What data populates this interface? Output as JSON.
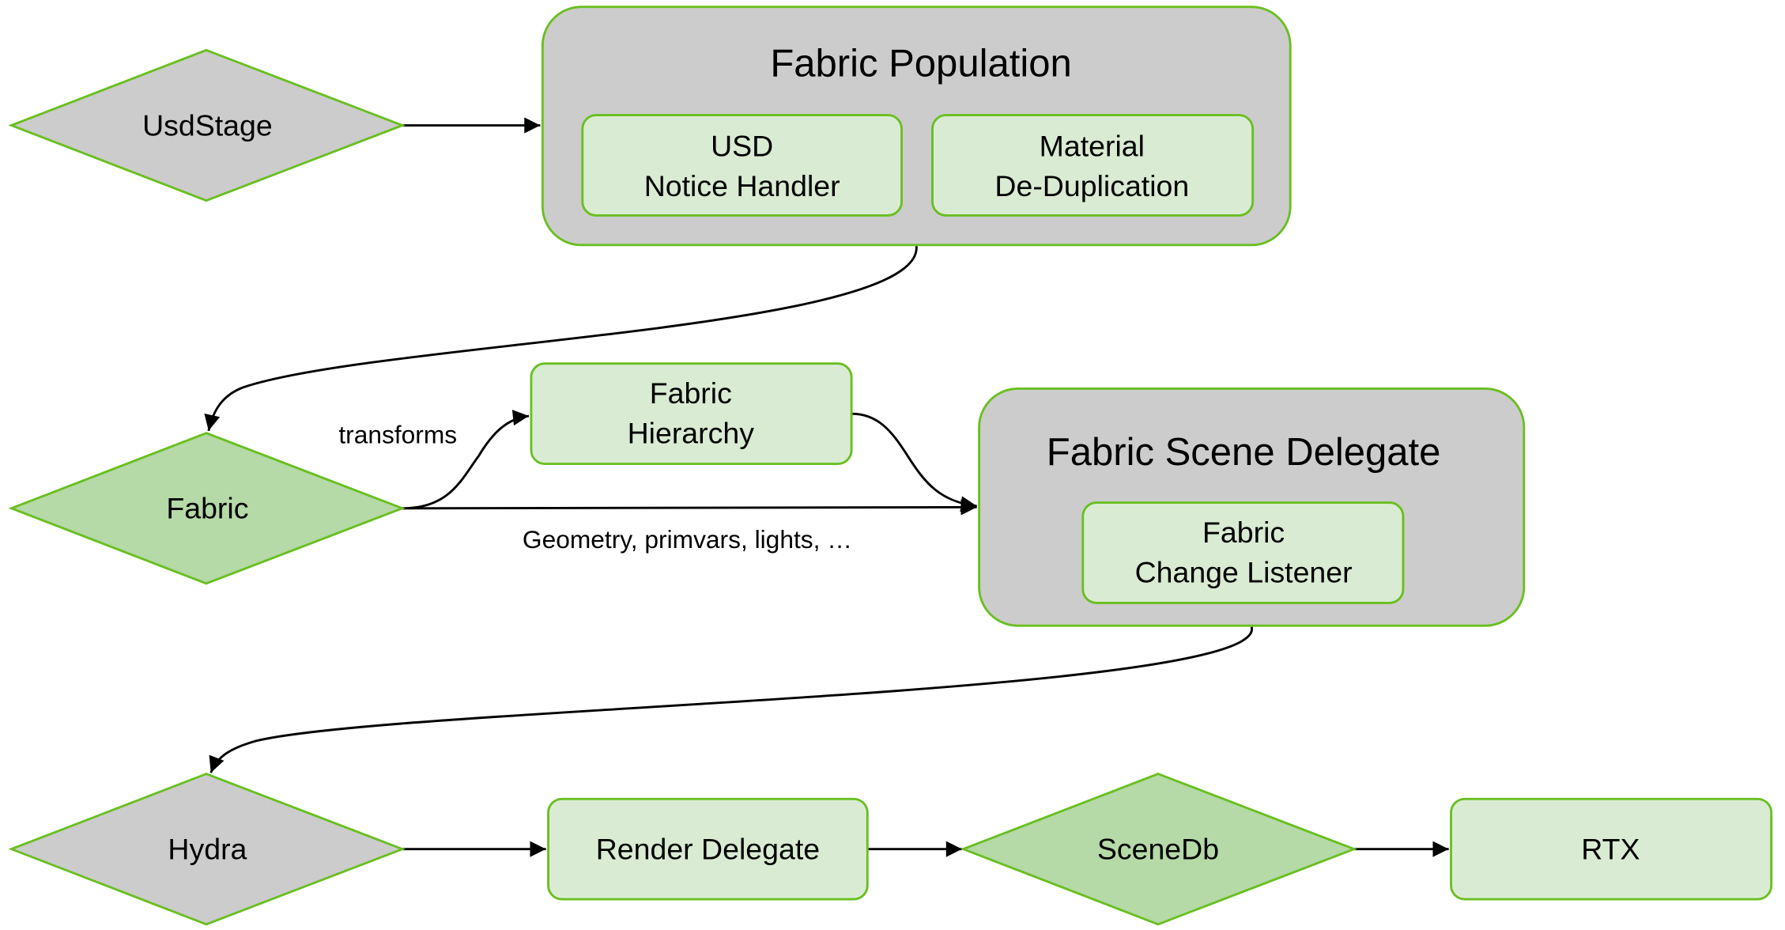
{
  "colors": {
    "gray_fill": "#cccccc",
    "light_green_fill": "#d9ebd3",
    "mid_green_fill": "#b5d9a7",
    "green_stroke": "#6abf21",
    "edge": "#000000"
  },
  "nodes": {
    "usdstage": {
      "label": "UsdStage",
      "shape": "diamond"
    },
    "fabric_population": {
      "label": "Fabric Population",
      "shape": "rounded-rect-group"
    },
    "usd_notice_handler": {
      "line1": "USD",
      "line2": "Notice Handler"
    },
    "material_dedup": {
      "line1": "Material",
      "line2": "De-Duplication"
    },
    "fabric": {
      "label": "Fabric",
      "shape": "diamond"
    },
    "fabric_hierarchy": {
      "line1": "Fabric",
      "line2": "Hierarchy"
    },
    "fabric_scene_delegate": {
      "label": "Fabric Scene Delegate",
      "shape": "rounded-rect-group"
    },
    "fabric_change_listener": {
      "line1": "Fabric",
      "line2": "Change Listener"
    },
    "hydra": {
      "label": "Hydra",
      "shape": "diamond"
    },
    "render_delegate": {
      "label": "Render Delegate"
    },
    "scenedb": {
      "label": "SceneDb",
      "shape": "diamond"
    },
    "rtx": {
      "label": "RTX"
    }
  },
  "edges": {
    "transforms_label": "transforms",
    "geometry_label": "Geometry, primvars, lights, …"
  }
}
